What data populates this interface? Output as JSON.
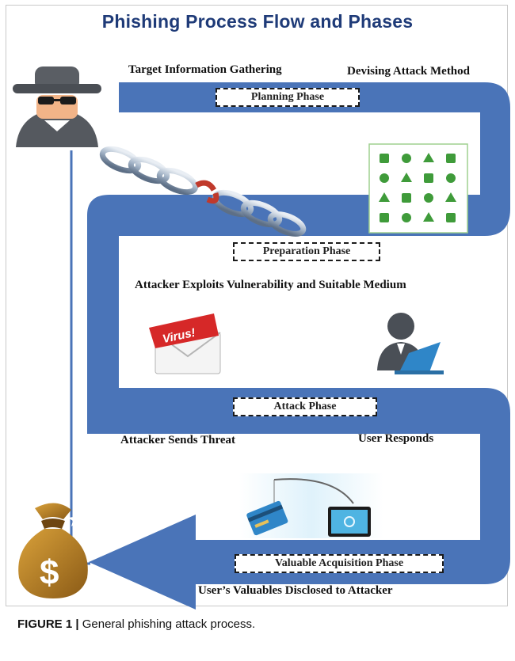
{
  "title": "Phishing Process Flow and Phases",
  "labels": {
    "target_gathering": "Target Information Gathering",
    "devising_method": "Devising Attack Method",
    "exploits": "Attacker Exploits Vulnerability and Suitable Medium",
    "sends_threat": "Attacker Sends Threat",
    "user_responds": "User Responds",
    "disclosed": "User’s Valuables Disclosed to Attacker"
  },
  "phases": {
    "planning": "Planning Phase",
    "preparation": "Preparation Phase",
    "attack": "Attack Phase",
    "acquisition": "Valuable Acquisition Phase"
  },
  "images": {
    "virus_tag": "Virus!",
    "money_symbol": "$"
  },
  "caption": {
    "figure": "FIGURE 1 |",
    "text": " General phishing attack process."
  },
  "colors": {
    "flow": "#4a74b8",
    "title": "#1f3b78",
    "icon_green": "#3f9b3a"
  },
  "icons": [
    "hacker-icon",
    "chain-icon",
    "media-icons-grid",
    "virus-email-icon",
    "user-laptop-icon",
    "phishing-hook-icon",
    "money-bag-icon"
  ]
}
